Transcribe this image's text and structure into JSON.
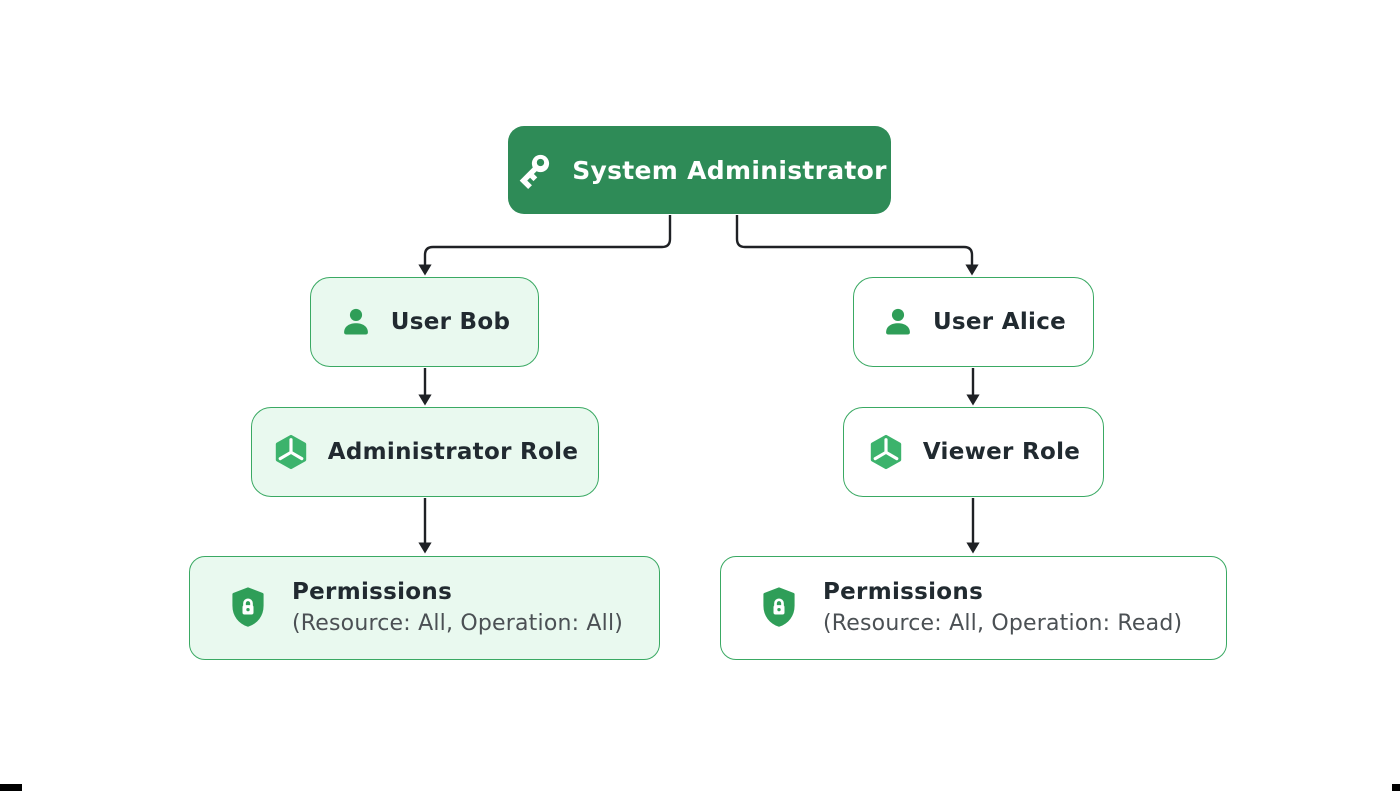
{
  "diagram": {
    "type": "rbac-hierarchy-flowchart",
    "nodes": {
      "admin": {
        "label": "System Administrator",
        "icon": "key-icon"
      },
      "user_bob": {
        "label": "User Bob",
        "icon": "user-icon"
      },
      "user_alice": {
        "label": "User Alice",
        "icon": "user-icon"
      },
      "admin_role": {
        "label": "Administrator Role",
        "icon": "cube-icon"
      },
      "viewer_role": {
        "label": "Viewer Role",
        "icon": "cube-icon"
      },
      "perm_all": {
        "title": "Permissions",
        "detail": "(Resource: All, Operation: All)",
        "icon": "shield-lock-icon"
      },
      "perm_read": {
        "title": "Permissions",
        "detail": "(Resource: All, Operation: Read)",
        "icon": "shield-lock-icon"
      }
    },
    "edges": [
      {
        "from": "admin",
        "to": "user_bob"
      },
      {
        "from": "admin",
        "to": "user_alice"
      },
      {
        "from": "user_bob",
        "to": "admin_role"
      },
      {
        "from": "user_alice",
        "to": "viewer_role"
      },
      {
        "from": "admin_role",
        "to": "perm_all"
      },
      {
        "from": "viewer_role",
        "to": "perm_read"
      }
    ],
    "colors": {
      "root_fill": "#2E8B57",
      "root_text": "#FFFFFF",
      "node_border": "#3AA963",
      "node_fill_tinted": "#E9F9EF",
      "node_fill_plain": "#FFFFFF",
      "person_shield_green": "#2F9E58",
      "cube_green": "#3CB36C",
      "edge_color": "#1F2125",
      "label_text": "#212A30",
      "detail_text": "#4B5054"
    }
  }
}
